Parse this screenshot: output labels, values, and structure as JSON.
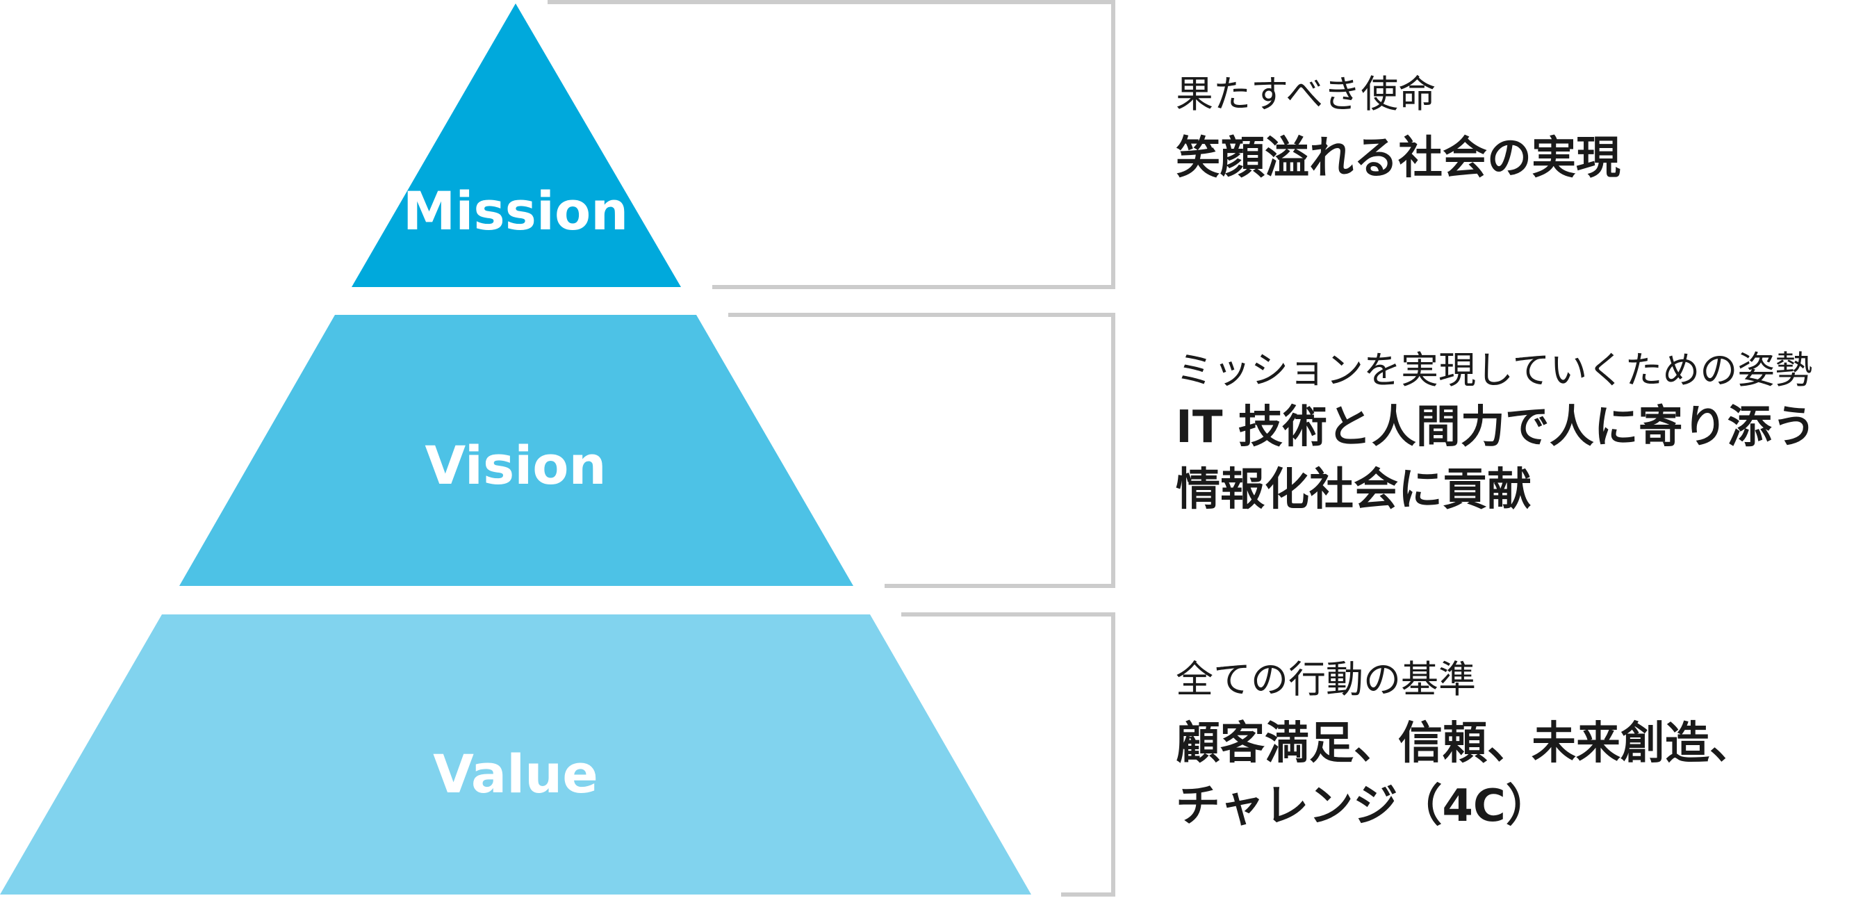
{
  "pyramid": {
    "tiers": [
      {
        "key": "mission",
        "label": "Mission",
        "color": "#00a9dc",
        "subtitle": "果たすべき使命",
        "statement": [
          "笑顔溢れる社会の実現"
        ]
      },
      {
        "key": "vision",
        "label": "Vision",
        "color": "#4dc2e6",
        "subtitle": "ミッションを実現していくための姿勢",
        "statement": [
          "IT 技術と人間力で人に寄り添う",
          "情報化社会に貢献"
        ]
      },
      {
        "key": "value",
        "label": "Value",
        "color": "#81d3ee",
        "subtitle": "全ての行動の基準",
        "statement": [
          "顧客満足、信頼、未来創造、",
          "チャレンジ（4C）"
        ]
      }
    ],
    "bracket_color": "#cccccc"
  }
}
